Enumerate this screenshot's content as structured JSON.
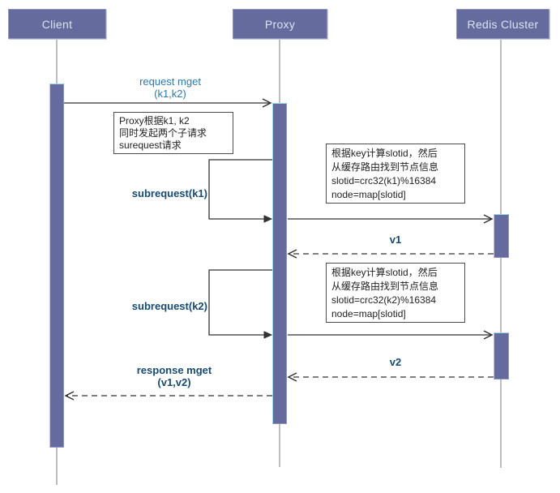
{
  "diagram_type": "sequence-diagram",
  "actors": [
    {
      "id": "client",
      "label": "Client"
    },
    {
      "id": "proxy",
      "label": "Proxy"
    },
    {
      "id": "redis",
      "label": "Redis Cluster"
    }
  ],
  "messages": {
    "request": {
      "line1": "request mget",
      "line2": "(k1,k2)",
      "from": "client",
      "to": "proxy",
      "style": "solid"
    },
    "subrequest_k1": {
      "label": "subrequest(k1)",
      "from": "proxy",
      "to": "proxy",
      "style": "self-call"
    },
    "v1": {
      "label": "v1",
      "from": "redis",
      "to": "proxy",
      "style": "dashed-return"
    },
    "subrequest_k2": {
      "label": "subrequest(k2)",
      "from": "proxy",
      "to": "proxy",
      "style": "self-call"
    },
    "v2": {
      "label": "v2",
      "from": "redis",
      "to": "proxy",
      "style": "dashed-return"
    },
    "response": {
      "line1": "response mget",
      "line2": "(v1,v2)",
      "from": "proxy",
      "to": "client",
      "style": "dashed-return"
    }
  },
  "notes": {
    "proxy": {
      "lines": [
        "Proxy根据k1, k2",
        "同时发起两个子请求",
        "surequest请求"
      ]
    },
    "redis_k1": {
      "lines": [
        "根据key计算slotid，然后",
        "从缓存路由找到节点信息",
        "slotid=crc32(k1)%16384",
        "node=map[slotid]"
      ]
    },
    "redis_k2": {
      "lines": [
        "根据key计算slotid，然后",
        "从缓存路由找到节点信息",
        "slotid=crc32(k2)%16384",
        "node=map[slotid]"
      ]
    }
  },
  "colors": {
    "actor_fill": "#666b9e",
    "actor_text": "#d6e5f3",
    "lifeline": "#a8a8a8",
    "arrow": "#333333",
    "label_blue": "#2e78ad",
    "label_navy": "#174a70",
    "note_border": "#4d4d4d"
  }
}
